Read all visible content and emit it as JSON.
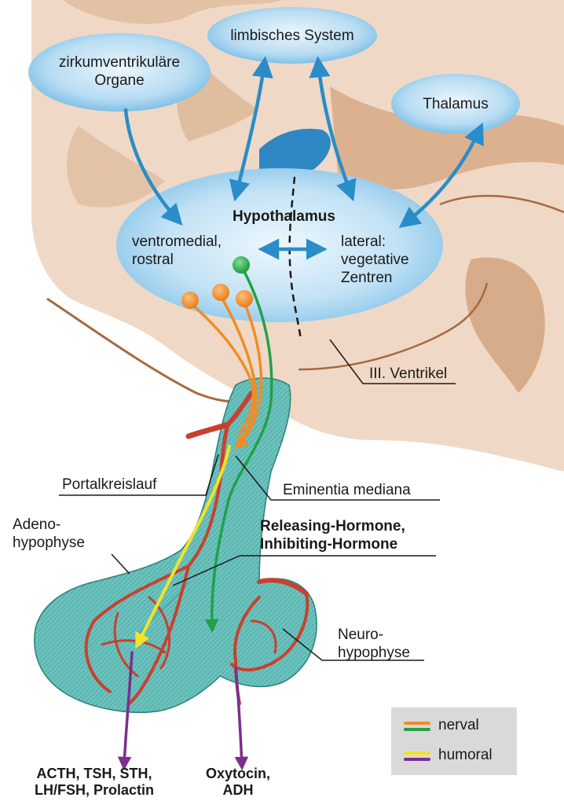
{
  "bubbles": {
    "zirkum": "zirkumventrikuläre\nOrgane",
    "limbisch": "limbisches System",
    "thalamus": "Thalamus"
  },
  "hypothalamus": {
    "title": "Hypothalamus",
    "left": "ventromedial,\nrostral",
    "right": "lateral:\nvegetative\nZentren"
  },
  "labels": {
    "ventrikel": "III. Ventrikel",
    "portal": "Portalkreislauf",
    "eminentia": "Eminentia mediana",
    "adeno": "Adeno-\nhypophyse",
    "releasing": "Releasing-Hormone,\nInhibiting-Hormone",
    "neuro": "Neuro-\nhypophyse",
    "out_left": "ACTH, TSH, STH,\nLH/FSH, Prolactin",
    "out_right": "Oxytocin,\nADH"
  },
  "legend": {
    "nerval": "nerval",
    "humoral": "humoral"
  },
  "colors": {
    "bubble": "#7ec3e8",
    "arrow_blue": "#2a8cc8",
    "nerval_orange": "#f08c28",
    "nerval_green": "#23a04a",
    "humoral_yellow": "#f3e12a",
    "humoral_purple": "#7a2f8e",
    "vessel": "#c8412e",
    "pituitary": "#5fb9b4",
    "brain_tissue": "#ecd2bc"
  }
}
